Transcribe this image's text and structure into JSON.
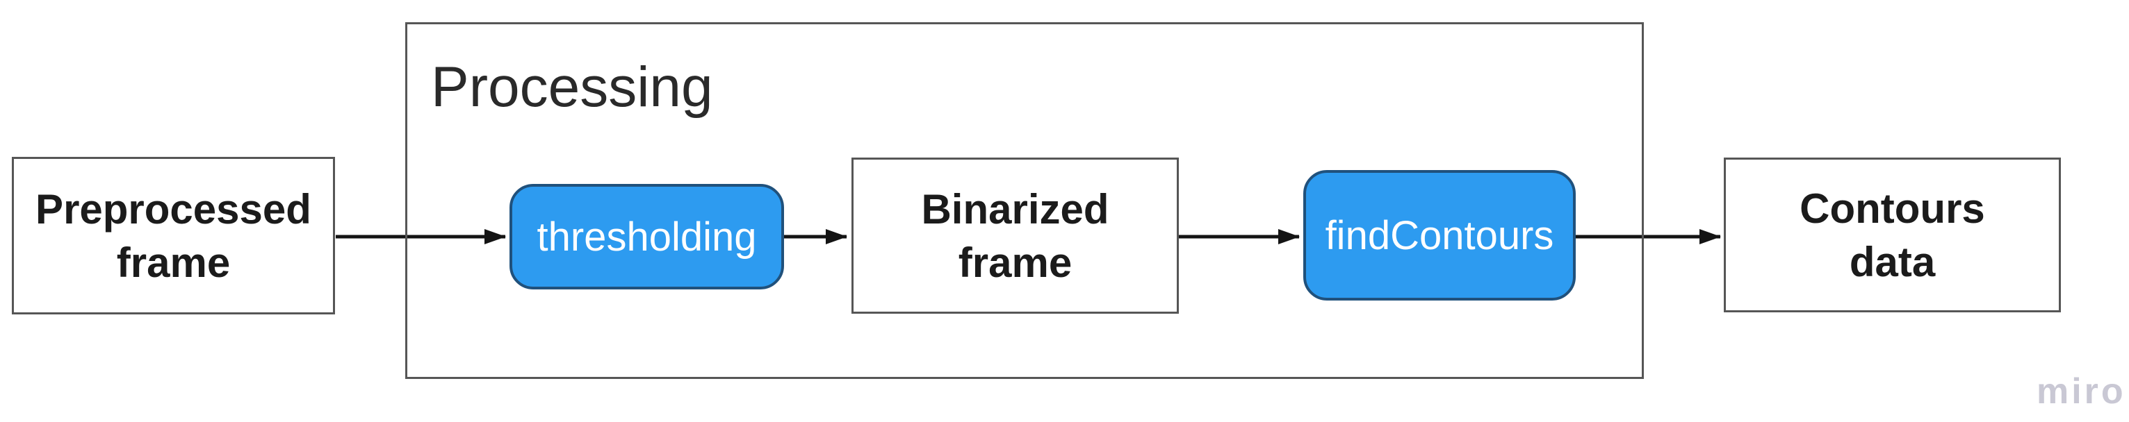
{
  "diagram": {
    "group": {
      "title": "Processing",
      "children": [
        "thresholding",
        "binarized-frame",
        "findContours"
      ]
    },
    "nodes": {
      "preprocessed": {
        "line1": "Preprocessed",
        "line2": "frame",
        "type": "data-box"
      },
      "thresholding": {
        "label": "thresholding",
        "type": "process-step"
      },
      "binarized": {
        "line1": "Binarized",
        "line2": "frame",
        "type": "data-box"
      },
      "findcontours": {
        "label": "findContours",
        "type": "process-step"
      },
      "contours": {
        "line1": "Contours",
        "line2": "data",
        "type": "data-box"
      }
    },
    "edges": [
      {
        "from": "Preprocessed frame",
        "to": "thresholding"
      },
      {
        "from": "thresholding",
        "to": "Binarized frame"
      },
      {
        "from": "Binarized frame",
        "to": "findContours"
      },
      {
        "from": "findContours",
        "to": "Contours data"
      }
    ]
  },
  "watermark": {
    "label": "miro"
  },
  "theme": {
    "node_fill": "#2d9bf0",
    "node_border": "#20517c",
    "box_border": "#565656",
    "arrow": "#141414",
    "text_dark": "#1b1b1b",
    "text_light": "#ffffff",
    "title": "#2a2a2a",
    "watermark": "#c9c8d4",
    "background": "#ffffff"
  }
}
